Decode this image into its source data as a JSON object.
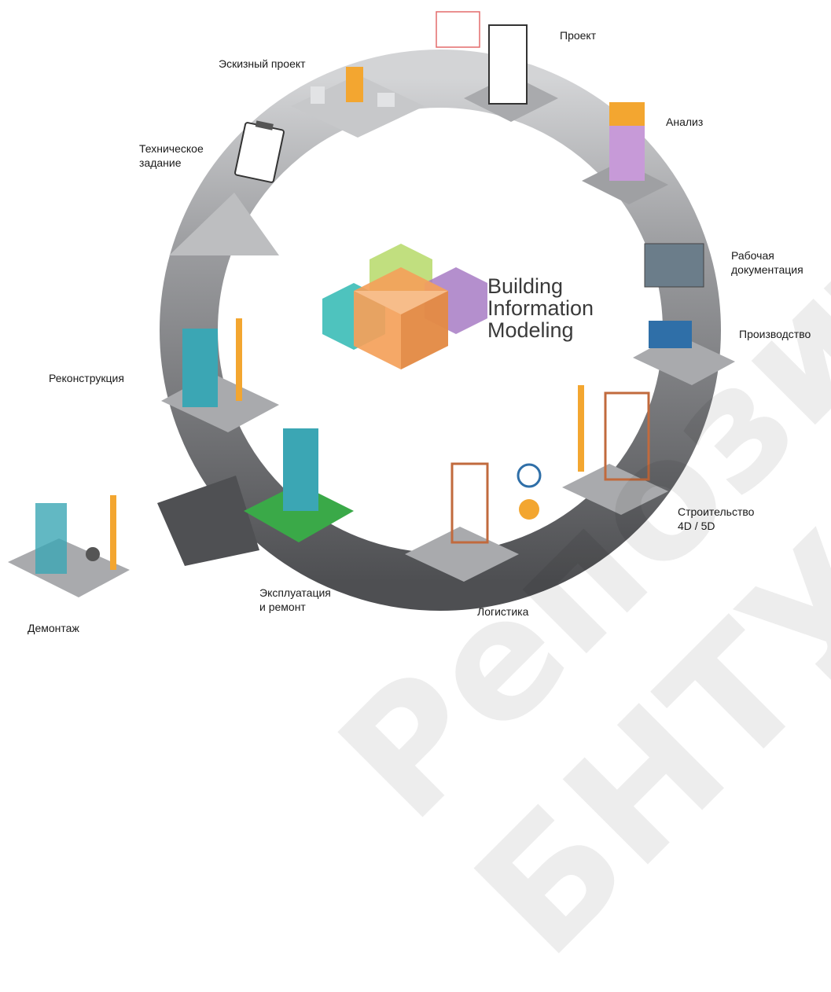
{
  "center": {
    "title_lines": [
      "Building",
      "Information",
      "Modeling"
    ]
  },
  "stages": {
    "proekt": "Проект",
    "eskiz": "Эскизный проект",
    "analiz": "Анализ",
    "tz_line1": "Техническое",
    "tz_line2": "задание",
    "rabdoc_line1": "Рабочая",
    "rabdoc_line2": "документация",
    "proizvodstvo": "Производство",
    "rekonstr": "Реконструкция",
    "stroit_line1": "Строительство",
    "stroit_line2": "4D / 5D",
    "demontazh": "Демонтаж",
    "ekspl_line1": "Эксплуатация",
    "ekspl_line2": "и ремонт",
    "logistika": "Логистика"
  },
  "colors": {
    "ring": "#58595b",
    "ring_light": "#b9babc",
    "cube_orange": "#f4a15a",
    "cube_teal": "#2fb8b3",
    "cube_green": "#b6d969",
    "cube_purple": "#a77bc4",
    "building_teal": "#3ba6b4",
    "crane": "#f3a630",
    "grass": "#3aa948"
  },
  "watermark": "Репозиторий БНТУ"
}
